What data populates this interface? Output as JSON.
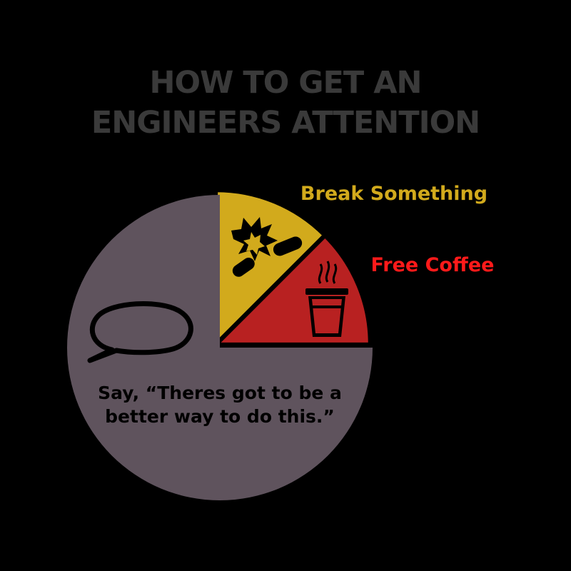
{
  "title": {
    "line1": "HOW TO GET AN",
    "line2": "ENGINEERS ATTENTION",
    "color": "#3a3a3a"
  },
  "background": "#000000",
  "chart_data": {
    "type": "pie",
    "title": "HOW TO GET AN ENGINEERS ATTENTION",
    "start_angle_deg": 0,
    "direction": "clockwise",
    "slices": [
      {
        "label": "Break Something",
        "value": 12.5,
        "color": "#d2aa1c",
        "label_color": "#d2aa1c",
        "exploded": true,
        "icon": "broken-pill-icon"
      },
      {
        "label": "Free Coffee",
        "value": 12.5,
        "color": "#b82121",
        "label_color": "#ff1a1a",
        "exploded": true,
        "icon": "coffee-cup-icon"
      },
      {
        "label": "Say, “Theres got to be a better way to do this.”",
        "label_lines": [
          "Say, “Theres got to be a",
          "better way to do this.”"
        ],
        "value": 75,
        "color": "#5f535d",
        "label_color": "#000000",
        "exploded": false,
        "icon": "speech-bubble-icon"
      }
    ]
  }
}
